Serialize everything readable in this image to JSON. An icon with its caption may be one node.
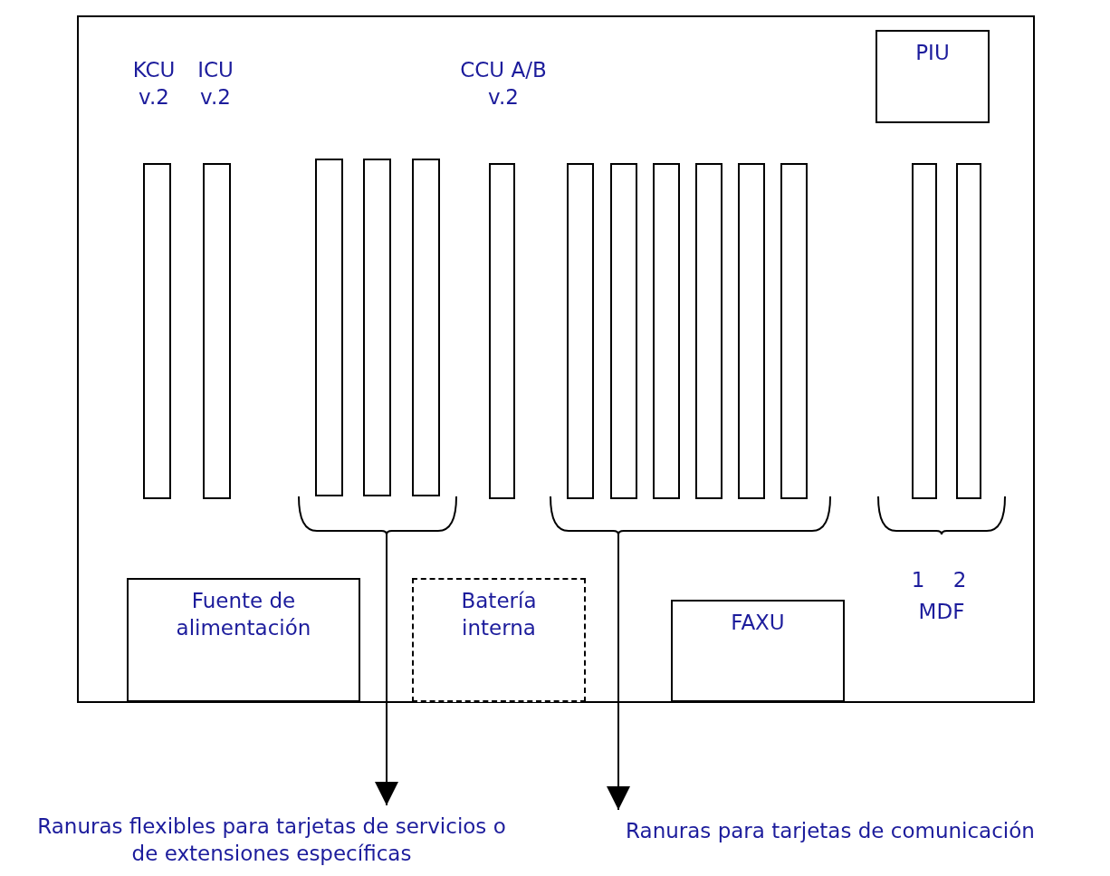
{
  "diagram": {
    "nodes": [
      {
        "text": [],
        "shape": "box"
      },
      {
        "text": [
          "PIU"
        ],
        "in": 0
      },
      {
        "text": [],
        "shape": "bar",
        "in": 0,
        "beside": [
          "KCU v.2"
        ]
      },
      {
        "text": [],
        "shape": "bar",
        "in": 0,
        "beside": [
          "ICU v.2"
        ]
      },
      {
        "text": [],
        "shape": "bar",
        "in": 0
      },
      {
        "text": [],
        "shape": "bar",
        "in": 0
      },
      {
        "text": [],
        "shape": "bar",
        "in": 0
      },
      {
        "text": [],
        "shape": "bar",
        "in": 0,
        "beside": [
          "CCU A/B v.2"
        ]
      },
      {
        "text": [],
        "shape": "bar",
        "in": 0
      },
      {
        "text": [],
        "shape": "bar",
        "in": 0
      },
      {
        "text": [],
        "shape": "bar",
        "in": 0
      },
      {
        "text": [],
        "shape": "bar",
        "in": 0
      },
      {
        "text": [],
        "shape": "bar",
        "in": 0
      },
      {
        "text": [],
        "shape": "bar",
        "in": 0
      },
      {
        "text": [],
        "shape": "bar",
        "in": 0
      },
      {
        "text": [],
        "shape": "bar",
        "in": 0
      },
      {
        "text": [],
        "shape": "bracket",
        "in": 0
      },
      {
        "text": [],
        "shape": "bracket",
        "in": 0
      },
      {
        "text": [],
        "shape": "bracket",
        "in": 0
      },
      {
        "text": [
          "Fuente de alimentación"
        ],
        "in": 0
      },
      {
        "text": [
          "Batería interna"
        ],
        "in": 0
      },
      {
        "text": [
          "FAXU"
        ],
        "in": 0
      },
      {
        "text": [
          "Ranuras flexibles para tarjetas de servicios o de extensiones específicas"
        ]
      },
      {
        "text": [
          "Ranuras para tarjetas de comunicación"
        ]
      }
    ],
    "edges": [
      {
        "from": 16,
        "to": 22,
        "arrow": "to"
      },
      {
        "from": 17,
        "to": 23,
        "arrow": "to"
      }
    ],
    "labels": [
      "1",
      "2",
      "MDF"
    ]
  }
}
